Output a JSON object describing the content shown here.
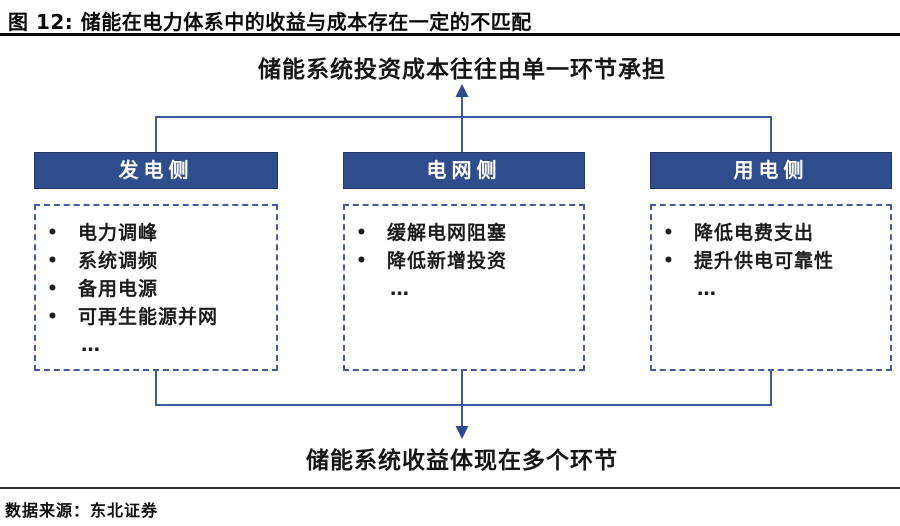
{
  "figure": {
    "title": "图 12: 储能在电力体系中的收益与成本存在一定的不匹配",
    "top_label": "储能系统投资成本往往由单一环节承担",
    "bottom_label": "储能系统收益体现在多个环节",
    "source": "数据来源：东北证券"
  },
  "columns": [
    {
      "header": "发电侧",
      "items": [
        "电力调峰",
        "系统调频",
        "备用电源",
        "可再生能源并网"
      ]
    },
    {
      "header": "电网侧",
      "items": [
        "缓解电网阻塞",
        "降低新增投资"
      ]
    },
    {
      "header": "用电侧",
      "items": [
        "降低电费支出",
        "提升供电可靠性"
      ]
    }
  ],
  "glyphs": {
    "bullet": "•",
    "ellipsis": "…"
  },
  "colors": {
    "header_blue": "#2f4d8c",
    "connector_blue": "#3b5aa5",
    "dashed_border_blue": "#44599e",
    "rule_black": "#0a0a0a"
  }
}
